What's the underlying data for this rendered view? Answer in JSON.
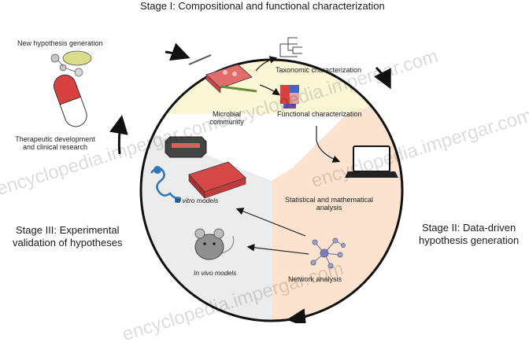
{
  "stages": {
    "stage1": "Stage I: Compositional and functional characterization",
    "stage2_line1": "Stage II: Data-driven",
    "stage2_line2": "hypothesis generation",
    "stage3_line1": "Stage III: Experimental",
    "stage3_line2": "validation of hypotheses"
  },
  "labels": {
    "new_hypothesis": "New hypothesis generation",
    "therapeutic_line1": "Therapeutic development",
    "therapeutic_line2": "and clinical research",
    "taxonomic": "Taxonomic characterization",
    "functional": "Functional characterization",
    "microbial_line1": "Microbial",
    "microbial_line2": "community",
    "statistical_line1": "Statistical and mathematical",
    "statistical_line2": "analysis",
    "network": "Network analysis",
    "in_vitro": "In vitro models",
    "in_vivo": "In vivo models"
  },
  "watermark": {
    "text1": "encyclopedia.impergar.com",
    "text2": "encyclopedia.impergar.com",
    "text3": "encyclopedia.impergar.com",
    "text4": "encyclopedia.impergar.com"
  },
  "colors": {
    "stage1_fill": "#fbf6d6",
    "stage2_fill": "#fbe3cf",
    "stage3_fill": "#ececec",
    "ring": "#111111",
    "capsule_red": "#d94040",
    "model_red": "#cc3333"
  }
}
